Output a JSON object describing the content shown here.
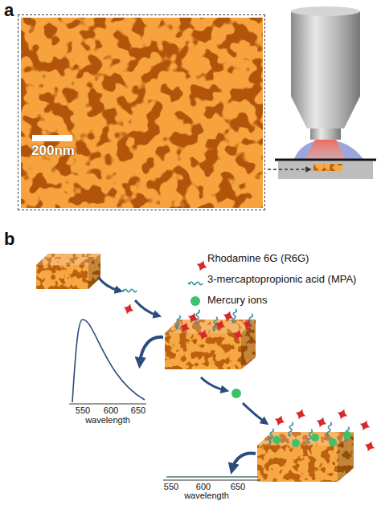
{
  "diagram": {
    "nodes": [
      {
        "text": [
          "200nm"
        ]
      },
      {
        "text": [
          "550",
          "600",
          "650",
          "wavelength"
        ]
      },
      {
        "text": [
          "550",
          "600",
          "650",
          "wavelength"
        ]
      }
    ],
    "labels": [
      "a",
      "b"
    ],
    "legend": [
      {
        "text": "Rhodamine 6G (R6G)"
      },
      {
        "text": "3-mercaptopropionic acid (MPA)"
      },
      {
        "text": "Mercury ions"
      }
    ]
  }
}
